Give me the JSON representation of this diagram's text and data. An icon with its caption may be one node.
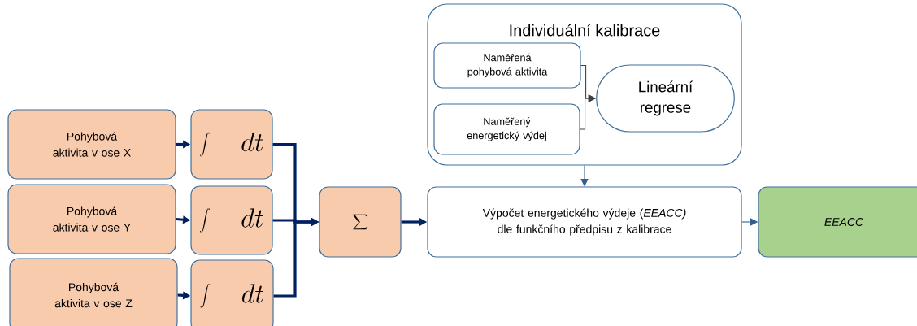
{
  "diagram": {
    "nodes": [
      {
        "text": [
          "Pohybová aktivita v ose X"
        ]
      },
      {
        "text": [
          "Pohybová aktivita v ose Y"
        ]
      },
      {
        "text": [
          "Pohybová aktivita v ose Z"
        ]
      },
      {
        "text": [
          "\\int \\quad dt"
        ]
      },
      {
        "text": [
          "\\int \\quad dt"
        ]
      },
      {
        "text": [
          "\\int \\quad dt"
        ]
      },
      {
        "text": [
          "\\sum"
        ]
      },
      {
        "text": [
          "Individuální kalibrace"
        ]
      },
      {
        "text": [
          "Naměřená pohybová aktivita"
        ],
        "in": 7
      },
      {
        "text": [
          "Naměřený energetický výdej"
        ],
        "in": 7
      },
      {
        "text": [
          "Lineární regrese"
        ],
        "in": 7
      },
      {
        "text": [
          "Výpočet energetického výdeje (*EEACC)* dle funkčního předpisu z kalibrace"
        ]
      },
      {
        "text": [
          "EEACC"
        ]
      }
    ],
    "edges": [
      {
        "from": 0,
        "to": 3,
        "arrow": "to"
      },
      {
        "from": 1,
        "to": 4,
        "arrow": "to"
      },
      {
        "from": 2,
        "to": 5,
        "arrow": "to"
      },
      {
        "from": 3,
        "to": 6,
        "arrow": "to"
      },
      {
        "from": 4,
        "to": 6,
        "arrow": "to"
      },
      {
        "from": 5,
        "to": 6,
        "arrow": "to"
      },
      {
        "from": 6,
        "to": 11,
        "arrow": "to"
      },
      {
        "from": 8,
        "to": 10,
        "arrow": "to",
        "color": "#404040"
      },
      {
        "from": 9,
        "to": 10,
        "arrow": "to",
        "color": "#404040"
      },
      {
        "from": 7,
        "to": 11,
        "arrow": "to",
        "color": "#2f5f8f"
      },
      {
        "from": 11,
        "to": 12,
        "arrow": "to",
        "color": "#2f5f8f"
      }
    ]
  }
}
